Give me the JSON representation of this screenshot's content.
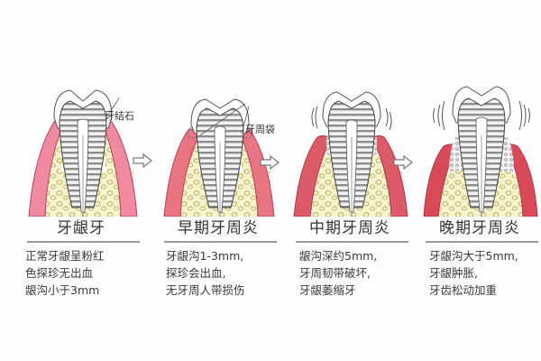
{
  "diagram": {
    "subject": "Progression of periodontitis",
    "colors": {
      "gum_healthy": "#ef8aa0",
      "gum_inflamed": "#e25d6c",
      "bone": "#f4efc4",
      "bone_pattern": "#b9b56a",
      "dentin_stripe": "#9a9a9a",
      "enamel_outline": "#555555",
      "separator": "#9a9a9a",
      "background": "#fdfdfd"
    },
    "stages": [
      {
        "title": "牙龈牙",
        "callout": "牙结石",
        "description": "正常牙龈呈粉红\n色探珍无出血\n龈沟小于3mm"
      },
      {
        "title": "早期牙周炎",
        "callout": "牙周袋",
        "description": "牙龈沟1-3mm,\n探珍会出血,\n无牙周人带损伤"
      },
      {
        "title": "中期牙周炎",
        "callout": "",
        "description": "龈沟深约5mm,\n牙周韧带破坏,\n牙龈萎缩牙"
      },
      {
        "title": "晚期牙周炎",
        "callout": "",
        "description": "牙龈沟大于5mm,\n牙龈肿胀,\n牙齿松动加重"
      }
    ],
    "arrows": [
      "right-arrow",
      "right-arrow",
      "right-arrow"
    ]
  }
}
